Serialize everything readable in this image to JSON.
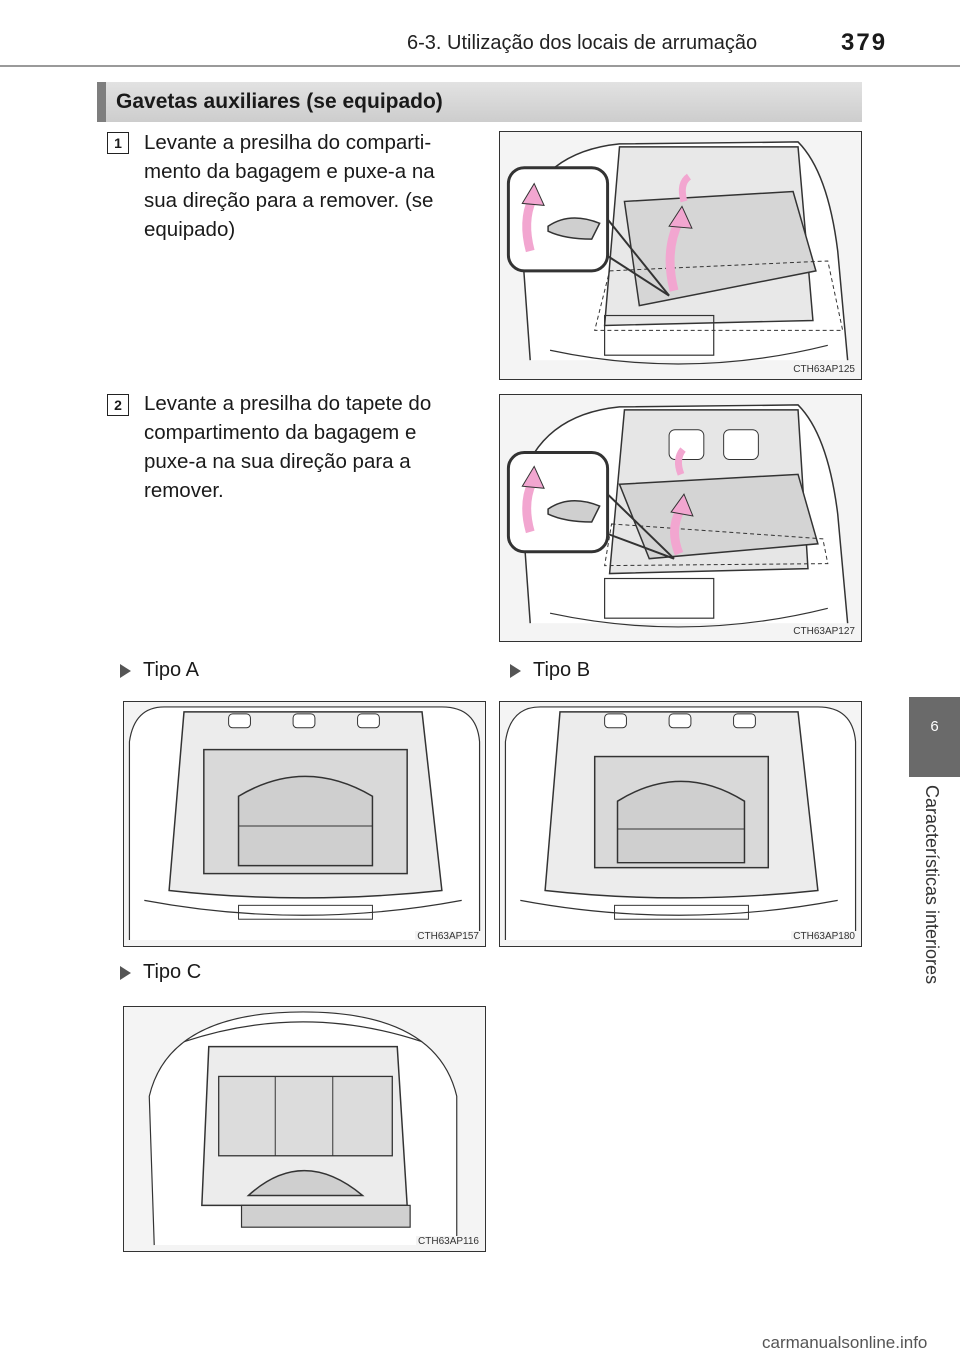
{
  "header": {
    "section_title": "6-3. Utilização dos locais de arrumação",
    "page_number": "379"
  },
  "side_tab": {
    "chapter_number": "6",
    "chapter_title": "Características interiores"
  },
  "section": {
    "title": "Gavetas auxiliares (se equipado)"
  },
  "steps": [
    {
      "number": "1",
      "text": "Levante a presilha do compartimento da bagagem e puxe-a na sua direção para a remover. (se equipado)",
      "lines": [
        "Levante a presilha do comparti-",
        "mento da bagagem e puxe-a na",
        "sua direção para a remover. (se",
        "equipado)"
      ],
      "figure_code": "CTH63AP125"
    },
    {
      "number": "2",
      "text": "Levante a presilha do tapete do compartimento da bagagem e puxe-a na sua direção para a remover.",
      "lines": [
        "Levante a presilha do tapete do",
        "compartimento da bagagem e",
        "puxe-a na sua direção para a",
        "remover."
      ],
      "figure_code": "CTH63AP127"
    }
  ],
  "types": [
    {
      "label": "Tipo A",
      "figure_code": "CTH63AP157"
    },
    {
      "label": "Tipo B",
      "figure_code": "CTH63AP180"
    },
    {
      "label": "Tipo C",
      "figure_code": "CTH63AP116"
    }
  ],
  "colors": {
    "accent_gray": "#6a6a6a",
    "arrow_pink": "#f2a6d0"
  },
  "icons": [
    "bullet-triangle-icon"
  ],
  "watermark": "carmanualsonline.info"
}
